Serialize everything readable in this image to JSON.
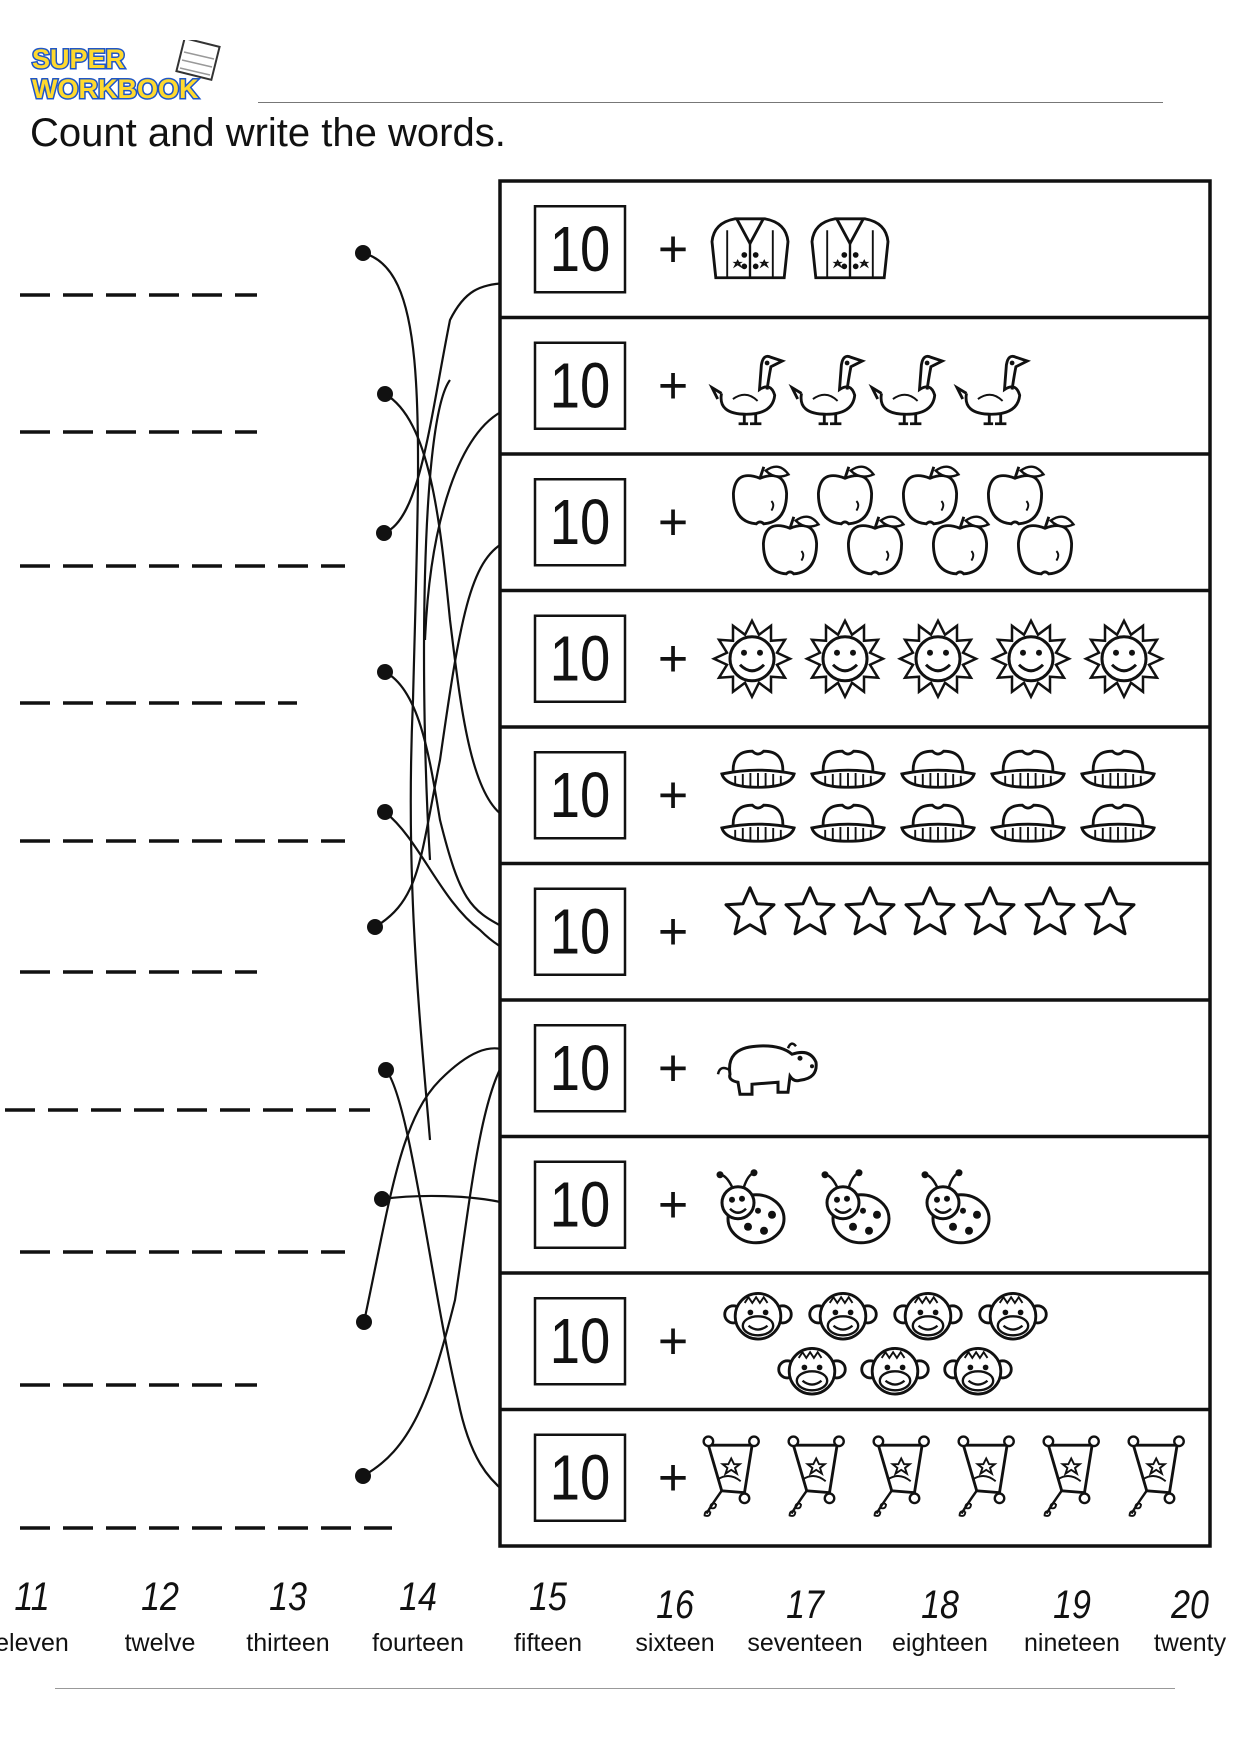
{
  "brand": {
    "line1": "SUPER",
    "line2": "WORKBOOK"
  },
  "instruction": "Count and write the words.",
  "rows": [
    {
      "base": "10",
      "operator": "+",
      "picture": "jacket",
      "count": 2
    },
    {
      "base": "10",
      "operator": "+",
      "picture": "duck",
      "count": 4
    },
    {
      "base": "10",
      "operator": "+",
      "picture": "apple",
      "count": 8
    },
    {
      "base": "10",
      "operator": "+",
      "picture": "sun",
      "count": 5
    },
    {
      "base": "10",
      "operator": "+",
      "picture": "hat",
      "count": 10
    },
    {
      "base": "10",
      "operator": "+",
      "picture": "star",
      "count": 7
    },
    {
      "base": "10",
      "operator": "+",
      "picture": "hippo",
      "count": 1
    },
    {
      "base": "10",
      "operator": "+",
      "picture": "ladybug",
      "count": 3
    },
    {
      "base": "10",
      "operator": "+",
      "picture": "monkey",
      "count": 7
    },
    {
      "base": "10",
      "operator": "+",
      "picture": "kite",
      "count": 6
    }
  ],
  "number_bank": [
    {
      "digit": "11",
      "word": "eleven"
    },
    {
      "digit": "12",
      "word": "twelve"
    },
    {
      "digit": "13",
      "word": "thirteen"
    },
    {
      "digit": "14",
      "word": "fourteen"
    },
    {
      "digit": "15",
      "word": "fifteen"
    },
    {
      "digit": "16",
      "word": "sixteen"
    },
    {
      "digit": "17",
      "word": "seventeen"
    },
    {
      "digit": "18",
      "word": "eighteen"
    },
    {
      "digit": "19",
      "word": "nineteen"
    },
    {
      "digit": "20",
      "word": "twenty"
    }
  ],
  "colors": {
    "brand_fill": "#ffd92e",
    "brand_outline": "#1f56c8",
    "ink": "#111111"
  }
}
